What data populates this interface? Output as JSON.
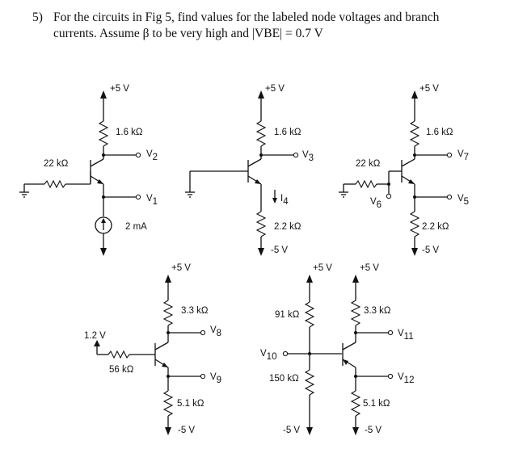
{
  "question": {
    "number": "5)",
    "line1": "For the circuits in Fig 5, find values for the labeled node voltages and branch",
    "line2": "currents. Assume β to be very high and |VBE| = 0.7 V"
  },
  "circuit_a": {
    "supply_pos": "+5 V",
    "rc": "1.6 kΩ",
    "rb": "22 kΩ",
    "v2": "V",
    "v2_sub": "2",
    "v1": "V",
    "v1_sub": "1",
    "current_source": "2 mA"
  },
  "circuit_b": {
    "supply_pos": "+5 V",
    "rc": "1.6 kΩ",
    "v3": "V",
    "v3_sub": "3",
    "i4": "I",
    "i4_sub": "4",
    "re": "2.2 kΩ",
    "supply_neg": "-5 V"
  },
  "circuit_c": {
    "supply_pos": "+5 V",
    "rc": "1.6 kΩ",
    "rb": "22 kΩ",
    "v7": "V",
    "v7_sub": "7",
    "v6": "V",
    "v6_sub": "6",
    "v5": "V",
    "v5_sub": "5",
    "re": "2.2 kΩ",
    "supply_neg": "-5 V"
  },
  "circuit_d": {
    "supply_pos": "+5 V",
    "rc": "3.3 kΩ",
    "v8": "V",
    "v8_sub": "8",
    "vb": "1.2 V",
    "rb": "56 kΩ",
    "v9": "V",
    "v9_sub": "9",
    "re": "5.1 kΩ",
    "supply_neg": "-5 V"
  },
  "circuit_e": {
    "supply_pos_left": "+5 V",
    "supply_pos_right": "+5 V",
    "r_top": "91 kΩ",
    "v10": "V",
    "v10_sub": "10",
    "r_bottom": "150 kΩ",
    "supply_neg_left": "-5 V",
    "rc": "3.3 kΩ",
    "v11": "V",
    "v11_sub": "11",
    "v12": "V",
    "v12_sub": "12",
    "re": "5.1 kΩ",
    "supply_neg_right": "-5 V"
  }
}
